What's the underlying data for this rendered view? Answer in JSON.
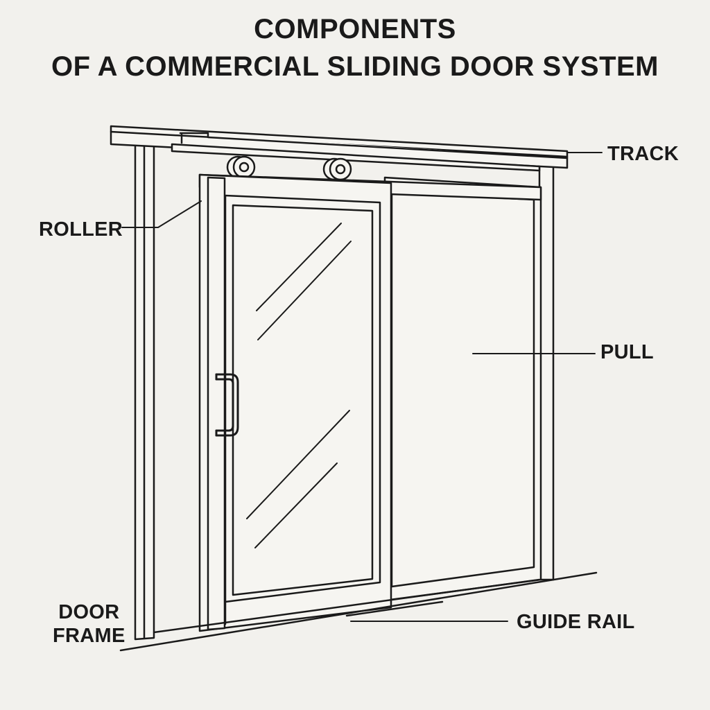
{
  "title": {
    "line1": "COMPONENTS",
    "line2": "OF A COMMERCIAL SLIDING DOOR SYSTEM"
  },
  "labels": {
    "track": "TRACK",
    "roller": "ROLLER",
    "pull": "PULL",
    "guide_rail": "GUIDE RAIL",
    "door_frame_line1": "DOOR",
    "door_frame_line2": "FRAME"
  },
  "colors": {
    "background": "#f2f1ed",
    "stroke": "#1a1a1a",
    "fill": "#f6f5f1"
  }
}
